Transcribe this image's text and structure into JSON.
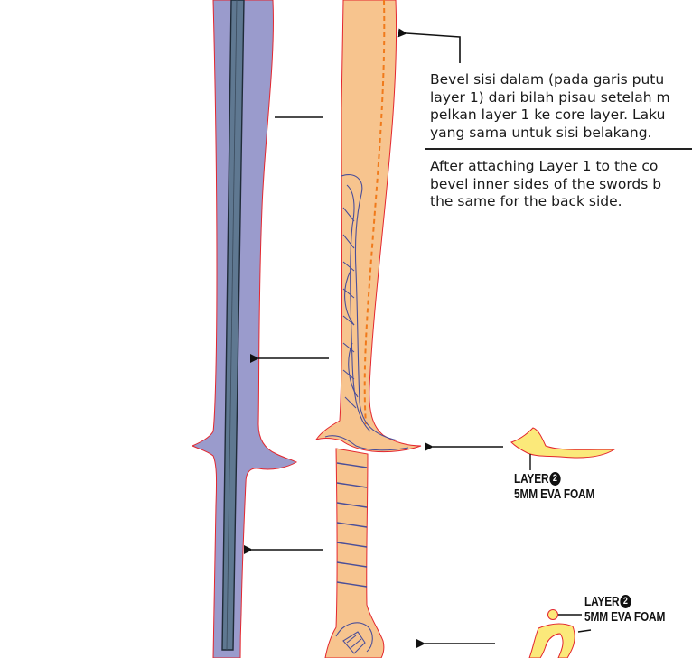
{
  "note_indonesian": {
    "lines": [
      "Bevel sisi dalam (pada garis putu",
      "layer 1) dari bilah pisau setelah m",
      "pelkan layer 1 ke core layer. Laku",
      "yang sama untuk sisi belakang."
    ]
  },
  "note_english": {
    "lines": [
      "After attaching Layer 1 to the co",
      "bevel inner sides of the swords b",
      "the same for the back side."
    ]
  },
  "layer_label_guard": {
    "prefix": "LAYER",
    "number": "2",
    "material": "5MM EVA FOAM"
  },
  "layer_label_pommel": {
    "prefix": "LAYER",
    "number": "2",
    "material": "5MM EVA FOAM"
  },
  "colors": {
    "core_layer": "#9a9bcc",
    "core_rod": "#5f7891",
    "layer1": "#f7c48e",
    "outline": "#e3262e",
    "layer2_piece": "#fbe97a",
    "dashed_line": "#f07a1b",
    "detail_lines": "#4a4e99"
  }
}
